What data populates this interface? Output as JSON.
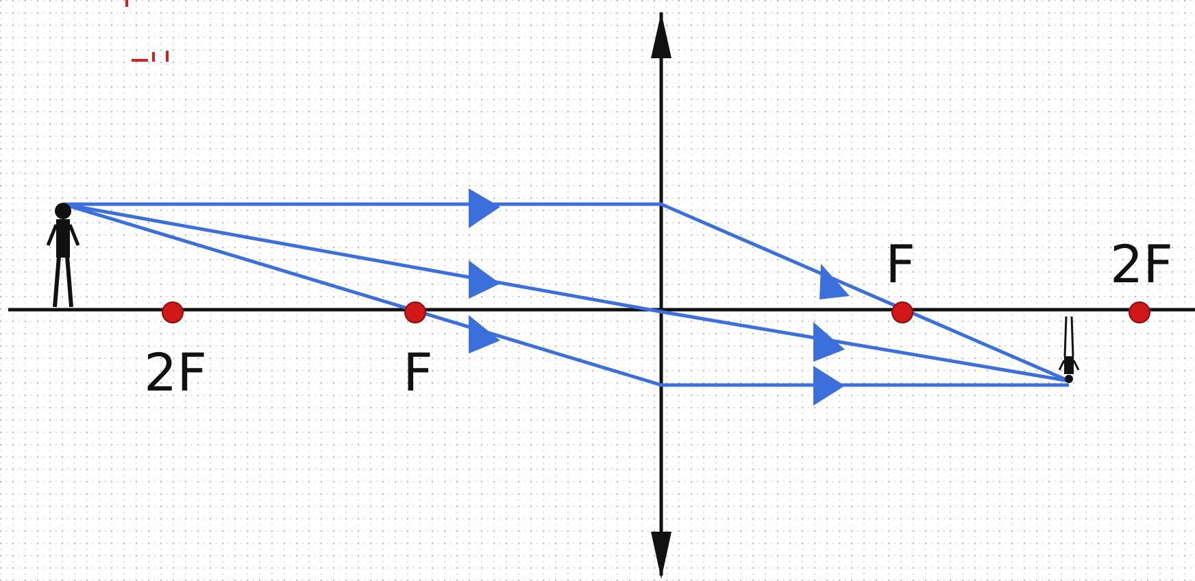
{
  "diagram": {
    "type": "converging-lens-ray-diagram",
    "labels": {
      "focal_left": "F",
      "double_focal_left": "2F",
      "focal_right": "F",
      "double_focal_right": "2F"
    },
    "colors": {
      "background": "#ffffff",
      "grid_dots": "#b8b8b8",
      "axis": "#111111",
      "rays": "#3b6fdc",
      "focal_points": "#d01818",
      "figures": "#111111",
      "stray_marks": "#cc2222"
    },
    "icons": {
      "object": "person-icon",
      "image": "inverted-person-icon"
    }
  }
}
